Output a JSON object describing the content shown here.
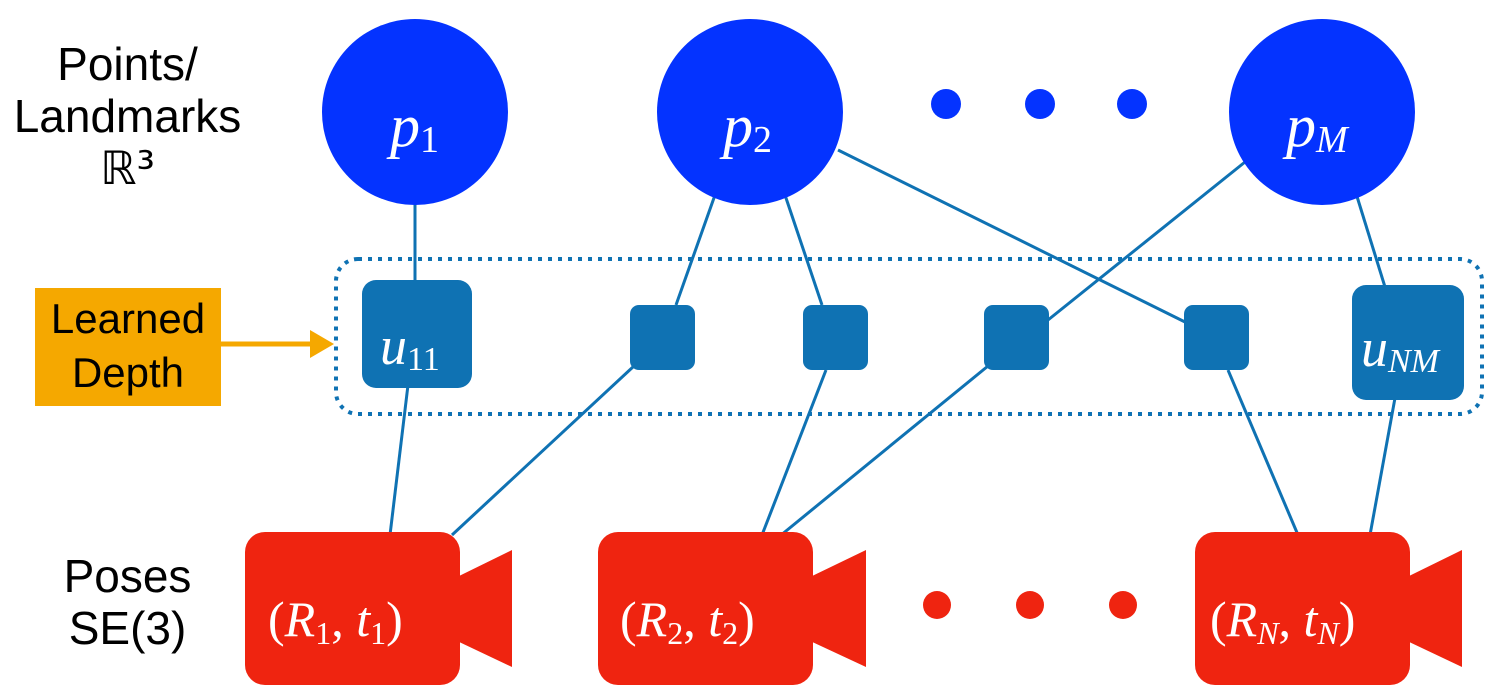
{
  "labels": {
    "points_line1": "Points/",
    "points_line2": "Landmarks",
    "points_line3": "ℝ³",
    "depth_line1": "Learned",
    "depth_line2": "Depth",
    "poses_line1": "Poses",
    "poses_line2": "SE(3)"
  },
  "landmarks": [
    {
      "base": "p",
      "sub": "1"
    },
    {
      "base": "p",
      "sub": "2"
    },
    {
      "base": "p",
      "sub": "M"
    }
  ],
  "factors": {
    "first": {
      "base": "u",
      "sub": "11"
    },
    "last": {
      "base": "u",
      "sub": "NM"
    }
  },
  "poses": [
    {
      "r_sub": "1",
      "t_sub": "1"
    },
    {
      "r_sub": "2",
      "t_sub": "2"
    },
    {
      "r_sub": "N",
      "t_sub": "N"
    }
  ],
  "colors": {
    "landmark": "#0433ff",
    "factor": "#0f72b3",
    "edge": "#0f72b3",
    "pose": "#ef2410",
    "learned_depth": "#f5a800",
    "text_on_shape": "#ffffff"
  }
}
